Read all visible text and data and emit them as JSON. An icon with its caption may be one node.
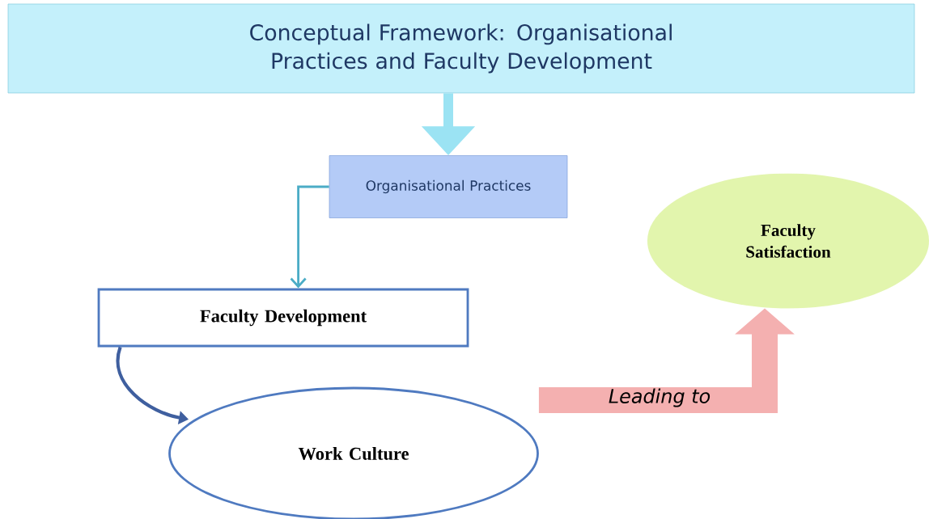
{
  "diagram": {
    "nodes": [
      {
        "text": [
          "Conceptual Framework: Organisational Practices and Faculty Development"
        ]
      },
      {
        "text": [
          "Organisational Practices"
        ]
      },
      {
        "text": [
          "Faculty Development"
        ]
      },
      {
        "text": [
          "Work Culture"
        ]
      },
      {
        "text": [
          "Faculty Satisfaction"
        ]
      }
    ],
    "edges": [
      {
        "from": 0,
        "to": 1,
        "arrow": "to",
        "color": "#9be3f3",
        "style": "thick"
      },
      {
        "from": 1,
        "to": 2,
        "arrow": "to"
      },
      {
        "from": 2,
        "to": 3,
        "arrow": "to",
        "color": "#3f5f9f"
      },
      {
        "from": 3,
        "to": 4,
        "arrow": "to",
        "label": "Leading to",
        "color": "#f4b0b0",
        "style": "thick"
      }
    ]
  }
}
